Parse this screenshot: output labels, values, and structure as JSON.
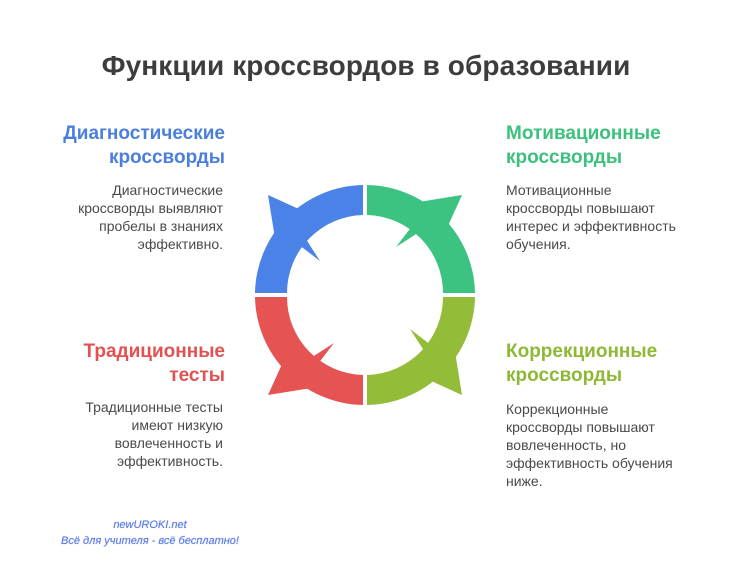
{
  "title": "Функции кроссвордов в образовании",
  "quadrants": {
    "diagnostic": {
      "heading_lines": [
        "Диагностические",
        "кроссворды"
      ],
      "description_lines": [
        "Диагностические",
        "кроссворды выявляют",
        "пробелы в знаниях",
        "эффективно."
      ],
      "color": "#4a82e8"
    },
    "motivational": {
      "heading_lines": [
        "Мотивационные",
        "кроссворды"
      ],
      "description_lines": [
        "Мотивационные",
        "кроссворды повышают",
        "интерес и эффективность",
        "обучения."
      ],
      "color": "#3cc381"
    },
    "traditional": {
      "heading_lines": [
        "Традиционные",
        "тесты"
      ],
      "description_lines": [
        "Традиционные тесты",
        "имеют низкую",
        "вовлеченность и",
        "эффективность."
      ],
      "color": "#e55353"
    },
    "corrective": {
      "heading_lines": [
        "Коррекционные",
        "кроссворды"
      ],
      "description_lines": [
        "Коррекционные",
        "кроссворды повышают",
        "вовлеченность, но",
        "эффективность обучения",
        "ниже."
      ],
      "color": "#93bd38"
    }
  },
  "watermark": {
    "line1": "newUROKI.net",
    "line2": "Всё для учителя - всё бесплатно!"
  }
}
